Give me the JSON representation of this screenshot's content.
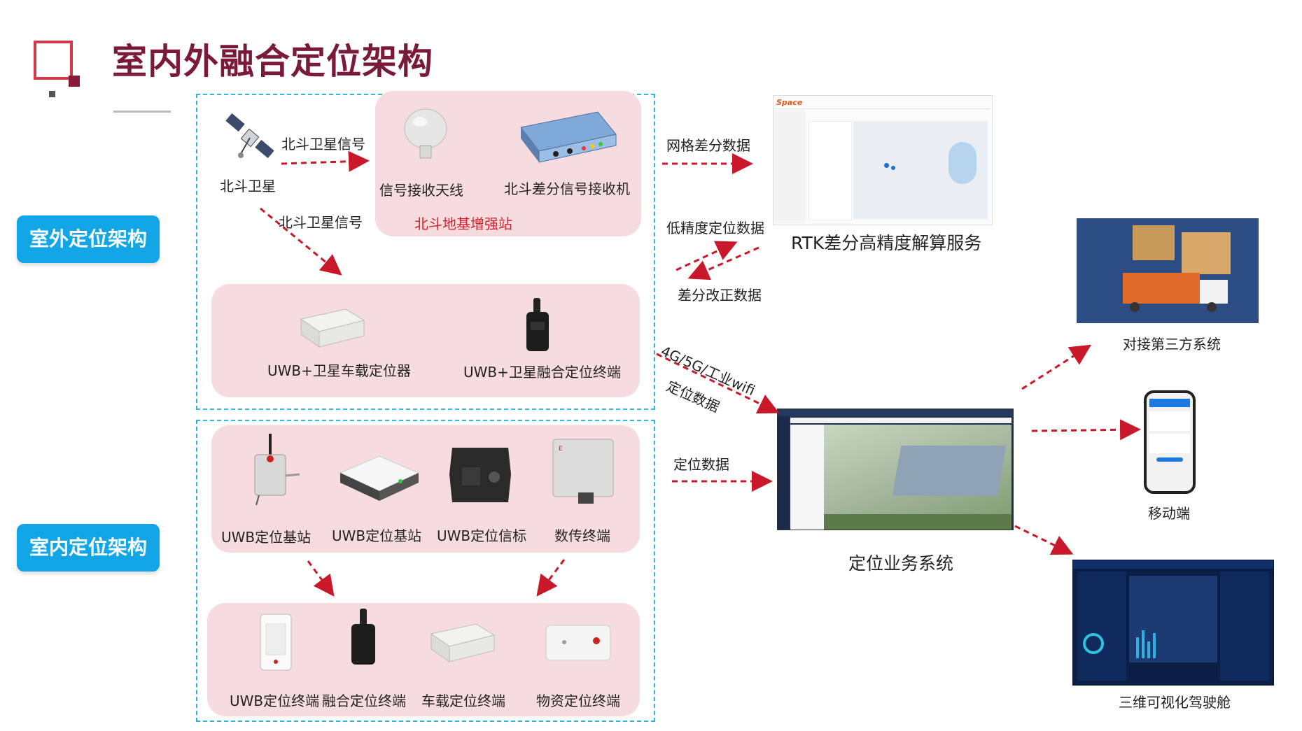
{
  "title": "室内外融合定位架构",
  "left": {
    "outdoor_tag": "室外定位架构",
    "indoor_tag": "室内定位架构",
    "satellite": {
      "label": "北斗卫星",
      "signal_label_1": "北斗卫星信号",
      "signal_label_2": "北斗卫星信号"
    },
    "base_station": {
      "antenna_label": "信号接收天线",
      "receiver_label": "北斗差分信号接收机",
      "station_label": "北斗地基增强站"
    },
    "outdoor_terminals": [
      "UWB+卫星车载定位器",
      "UWB+卫星融合定位终端"
    ],
    "indoor_infra": [
      "UWB定位基站",
      "UWB定位基站",
      "UWB定位信标",
      "数传终端"
    ],
    "indoor_terminals": [
      "UWB定位终端",
      "融合定位终端",
      "车载定位终端",
      "物资定位终端"
    ]
  },
  "flows": {
    "grid_diff": "网格差分数据",
    "low_precision": "低精度定位数据",
    "diff_correction": "差分改正数据",
    "network_line1": "4G/5G/工业wifi",
    "network_line2": "定位数据",
    "indoor_data": "定位数据"
  },
  "services": {
    "rtk": "RTK差分高精度解算服务",
    "rtk_brand": "Space",
    "business": "定位业务系统",
    "third_party": "对接第三方系统",
    "mobile": "移动端",
    "cockpit": "三维可视化驾驶舱"
  },
  "colors": {
    "title": "#7a1a3a",
    "accent_red": "#d81e2a",
    "tag_blue": "#12a6e6",
    "panel_pink": "#f7dcdf",
    "dashed_blue": "#34b0e8"
  }
}
